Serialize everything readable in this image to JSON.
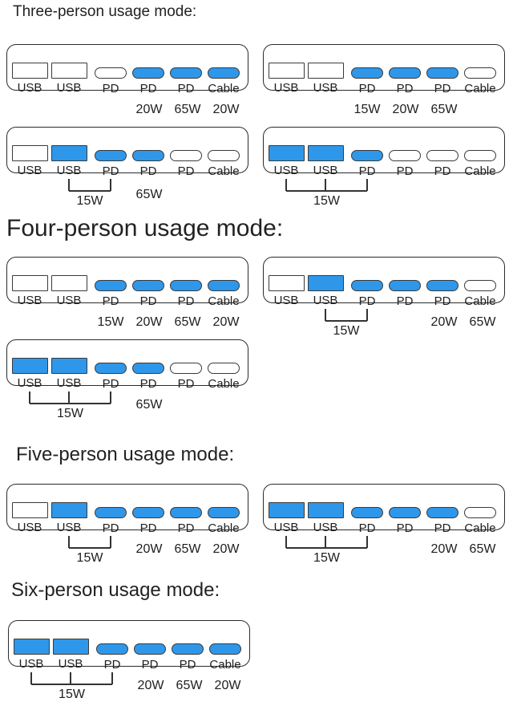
{
  "headings": {
    "three": "Three-person usage mode:",
    "four": "Four-person usage mode:",
    "five": "Five-person usage mode:",
    "six": "Six-person usage mode:"
  },
  "panels": [
    {
      "ports": [
        {
          "label": "USB",
          "active": false
        },
        {
          "label": "USB",
          "active": false
        },
        {
          "label": "PD",
          "active": false
        },
        {
          "label": "PD",
          "active": true
        },
        {
          "label": "PD",
          "active": true
        },
        {
          "label": "Cable",
          "active": true
        }
      ],
      "wattages": [
        "20W",
        "65W",
        "20W"
      ]
    },
    {
      "ports": [
        {
          "label": "USB",
          "active": false
        },
        {
          "label": "USB",
          "active": false
        },
        {
          "label": "PD",
          "active": true
        },
        {
          "label": "PD",
          "active": true
        },
        {
          "label": "PD",
          "active": true
        },
        {
          "label": "Cable",
          "active": false
        }
      ],
      "wattages": [
        "15W",
        "20W",
        "65W"
      ]
    },
    {
      "ports": [
        {
          "label": "USB",
          "active": false
        },
        {
          "label": "USB",
          "active": true
        },
        {
          "label": "PD",
          "active": true
        },
        {
          "label": "PD",
          "active": true
        },
        {
          "label": "PD",
          "active": false
        },
        {
          "label": "Cable",
          "active": false
        }
      ],
      "bracket_watt": "15W",
      "wattages": [
        "65W"
      ]
    },
    {
      "ports": [
        {
          "label": "USB",
          "active": true
        },
        {
          "label": "USB",
          "active": true
        },
        {
          "label": "PD",
          "active": true
        },
        {
          "label": "PD",
          "active": false
        },
        {
          "label": "PD",
          "active": false
        },
        {
          "label": "Cable",
          "active": false
        }
      ],
      "bracket_watt": "15W",
      "wattages": []
    },
    {
      "ports": [
        {
          "label": "USB",
          "active": false
        },
        {
          "label": "USB",
          "active": false
        },
        {
          "label": "PD",
          "active": true
        },
        {
          "label": "PD",
          "active": true
        },
        {
          "label": "PD",
          "active": true
        },
        {
          "label": "Cable",
          "active": true
        }
      ],
      "wattages": [
        "15W",
        "20W",
        "65W",
        "20W"
      ]
    },
    {
      "ports": [
        {
          "label": "USB",
          "active": false
        },
        {
          "label": "USB",
          "active": true
        },
        {
          "label": "PD",
          "active": true
        },
        {
          "label": "PD",
          "active": true
        },
        {
          "label": "PD",
          "active": true
        },
        {
          "label": "Cable",
          "active": false
        }
      ],
      "bracket_watt": "15W",
      "wattages": [
        "20W",
        "65W"
      ]
    },
    {
      "ports": [
        {
          "label": "USB",
          "active": true
        },
        {
          "label": "USB",
          "active": true
        },
        {
          "label": "PD",
          "active": true
        },
        {
          "label": "PD",
          "active": true
        },
        {
          "label": "PD",
          "active": false
        },
        {
          "label": "Cable",
          "active": false
        }
      ],
      "bracket_watt": "15W",
      "wattages": [
        "65W"
      ]
    },
    {
      "ports": [
        {
          "label": "USB",
          "active": false
        },
        {
          "label": "USB",
          "active": true
        },
        {
          "label": "PD",
          "active": true
        },
        {
          "label": "PD",
          "active": true
        },
        {
          "label": "PD",
          "active": true
        },
        {
          "label": "Cable",
          "active": true
        }
      ],
      "bracket_watt": "15W",
      "wattages": [
        "20W",
        "65W",
        "20W"
      ]
    },
    {
      "ports": [
        {
          "label": "USB",
          "active": true
        },
        {
          "label": "USB",
          "active": true
        },
        {
          "label": "PD",
          "active": true
        },
        {
          "label": "PD",
          "active": true
        },
        {
          "label": "PD",
          "active": true
        },
        {
          "label": "Cable",
          "active": false
        }
      ],
      "bracket_watt": "15W",
      "wattages": [
        "20W",
        "65W"
      ]
    },
    {
      "ports": [
        {
          "label": "USB",
          "active": true
        },
        {
          "label": "USB",
          "active": true
        },
        {
          "label": "PD",
          "active": true
        },
        {
          "label": "PD",
          "active": true
        },
        {
          "label": "PD",
          "active": true
        },
        {
          "label": "Cable",
          "active": true
        }
      ],
      "bracket_watt": "15W",
      "wattages": [
        "20W",
        "65W",
        "20W"
      ]
    }
  ]
}
